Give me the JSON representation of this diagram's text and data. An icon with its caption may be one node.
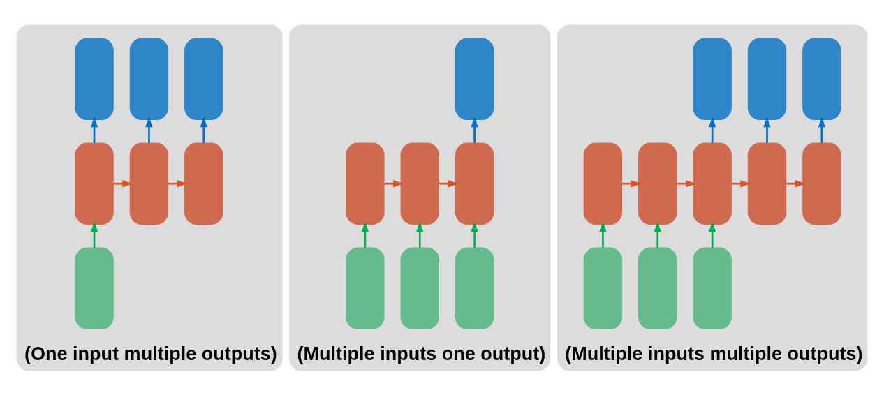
{
  "diagram": {
    "nodes": [
      {
        "text": [
          "(One input multiple outputs)"
        ]
      },
      {
        "text": [],
        "shape": "box",
        "in": 0
      },
      {
        "text": [],
        "shape": "box",
        "in": 0
      },
      {
        "text": [],
        "shape": "box",
        "in": 0
      },
      {
        "text": [],
        "shape": "box",
        "in": 0
      },
      {
        "text": [],
        "shape": "box",
        "in": 0
      },
      {
        "text": [],
        "shape": "box",
        "in": 0
      },
      {
        "text": [],
        "shape": "box",
        "in": 0
      },
      {
        "text": [
          "(Multiple inputs one output)"
        ]
      },
      {
        "text": [],
        "shape": "box",
        "in": 8
      },
      {
        "text": [],
        "shape": "box",
        "in": 8
      },
      {
        "text": [],
        "shape": "box",
        "in": 8
      },
      {
        "text": [],
        "shape": "box",
        "in": 8
      },
      {
        "text": [],
        "shape": "box",
        "in": 8
      },
      {
        "text": [],
        "shape": "box",
        "in": 8
      },
      {
        "text": [],
        "shape": "box",
        "in": 8
      },
      {
        "text": [
          "(Multiple inputs multiple outputs)"
        ]
      },
      {
        "text": [],
        "shape": "box",
        "in": 16
      },
      {
        "text": [],
        "shape": "box",
        "in": 16
      },
      {
        "text": [],
        "shape": "box",
        "in": 16
      },
      {
        "text": [],
        "shape": "box",
        "in": 16
      },
      {
        "text": [],
        "shape": "box",
        "in": 16
      },
      {
        "text": [],
        "shape": "box",
        "in": 16
      },
      {
        "text": [],
        "shape": "box",
        "in": 16
      },
      {
        "text": [],
        "shape": "box",
        "in": 16
      },
      {
        "text": [],
        "shape": "box",
        "in": 16
      },
      {
        "text": [],
        "shape": "box",
        "in": 16
      },
      {
        "text": [],
        "shape": "box",
        "in": 16
      }
    ],
    "edges": [
      {
        "from": 7,
        "to": 4,
        "arrow": "to",
        "color": "#00b050"
      },
      {
        "from": 4,
        "to": 1,
        "arrow": "to",
        "color": "#0070c0"
      },
      {
        "from": 5,
        "to": 2,
        "arrow": "to",
        "color": "#0070c0"
      },
      {
        "from": 6,
        "to": 3,
        "arrow": "to",
        "color": "#0070c0"
      },
      {
        "from": 4,
        "to": 5,
        "arrow": "to"
      },
      {
        "from": 5,
        "to": 6,
        "arrow": "to"
      },
      {
        "from": 13,
        "to": 10,
        "arrow": "to",
        "color": "#00b050"
      },
      {
        "from": 14,
        "to": 11,
        "arrow": "to",
        "color": "#00b050"
      },
      {
        "from": 15,
        "to": 12,
        "arrow": "to",
        "color": "#00b050"
      },
      {
        "from": 10,
        "to": 11,
        "arrow": "to"
      },
      {
        "from": 11,
        "to": 12,
        "arrow": "to"
      },
      {
        "from": 12,
        "to": 9,
        "arrow": "to",
        "color": "#0070c0"
      },
      {
        "from": 25,
        "to": 20,
        "arrow": "to",
        "color": "#00b050"
      },
      {
        "from": 26,
        "to": 21,
        "arrow": "to",
        "color": "#00b050"
      },
      {
        "from": 27,
        "to": 22,
        "arrow": "to",
        "color": "#00b050"
      },
      {
        "from": 20,
        "to": 21,
        "arrow": "to"
      },
      {
        "from": 21,
        "to": 22,
        "arrow": "to"
      },
      {
        "from": 22,
        "to": 23,
        "arrow": "to"
      },
      {
        "from": 23,
        "to": 24,
        "arrow": "to"
      },
      {
        "from": 22,
        "to": 17,
        "arrow": "to",
        "color": "#0070c0"
      },
      {
        "from": 23,
        "to": 18,
        "arrow": "to",
        "color": "#0070c0"
      },
      {
        "from": 24,
        "to": 19,
        "arrow": "to",
        "color": "#0070c0"
      }
    ]
  }
}
